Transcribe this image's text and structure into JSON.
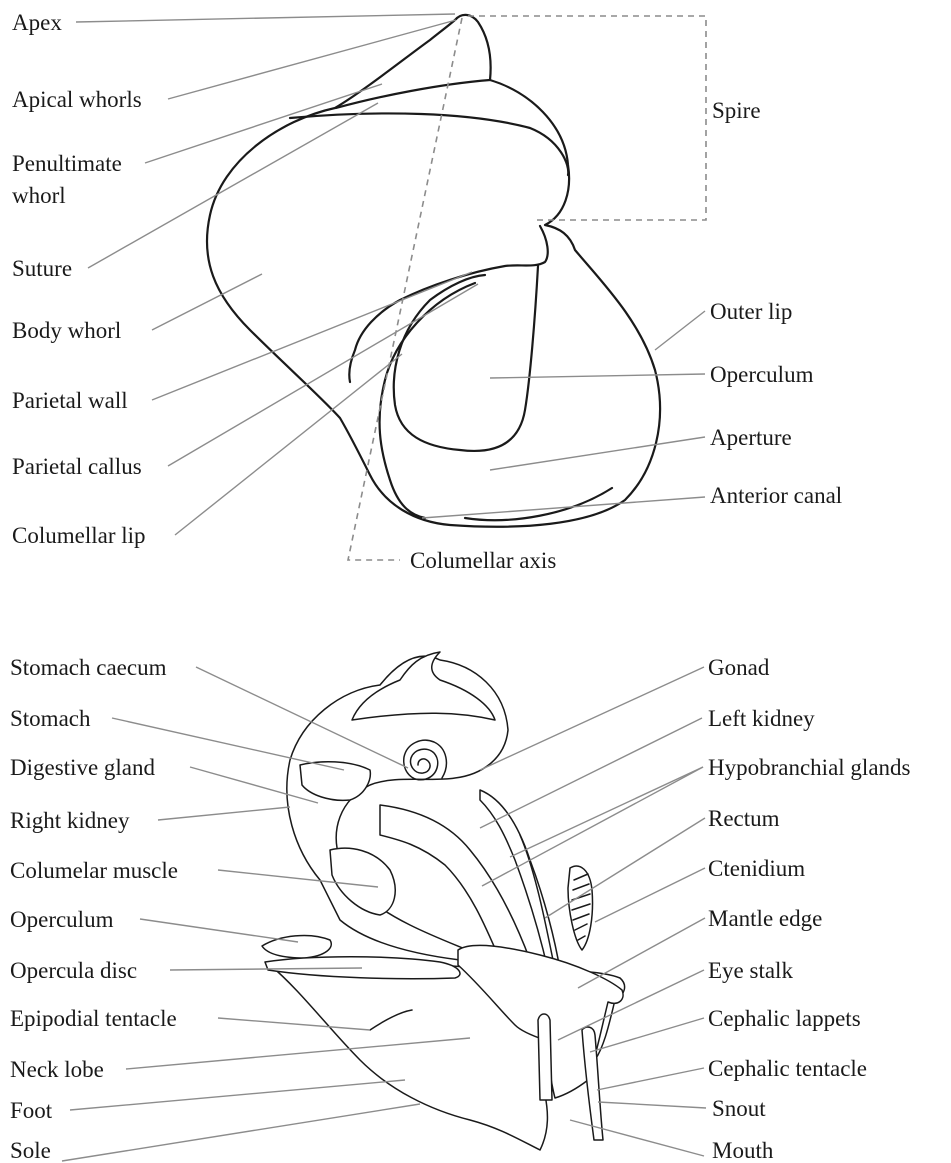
{
  "shell_labels": {
    "apex": "Apex",
    "apical_whorls": "Apical whorls",
    "penultimate_whorl_line1": "Penultimate",
    "penultimate_whorl_line2": "whorl",
    "suture": "Suture",
    "body_whorl": "Body whorl",
    "parietal_wall": "Parietal wall",
    "parietal_callus": "Parietal callus",
    "columellar_lip": "Columellar lip",
    "spire": "Spire",
    "outer_lip": "Outer lip",
    "operculum": "Operculum",
    "aperture": "Aperture",
    "anterior_canal": "Anterior canal",
    "columellar_axis": "Columellar axis"
  },
  "anatomy_labels": {
    "stomach_caecum": "Stomach caecum",
    "stomach": "Stomach",
    "digestive_gland": "Digestive gland",
    "right_kidney": "Right kidney",
    "columelar_muscle": "Columelar muscle",
    "operculum": "Operculum",
    "opercula_disc": "Opercula disc",
    "epipodial_tentacle": "Epipodial tentacle",
    "neck_lobe": "Neck lobe",
    "foot": "Foot",
    "sole": "Sole",
    "gonad": "Gonad",
    "left_kidney": "Left kidney",
    "hypobranchial_glands": "Hypobranchial glands",
    "rectum": "Rectum",
    "ctenidium": "Ctenidium",
    "mantle_edge": "Mantle edge",
    "eye_stalk": "Eye stalk",
    "cephalic_lappets": "Cephalic lappets",
    "cephalic_tentacle": "Cephalic tentacle",
    "snout": "Snout",
    "mouth": "Mouth"
  }
}
